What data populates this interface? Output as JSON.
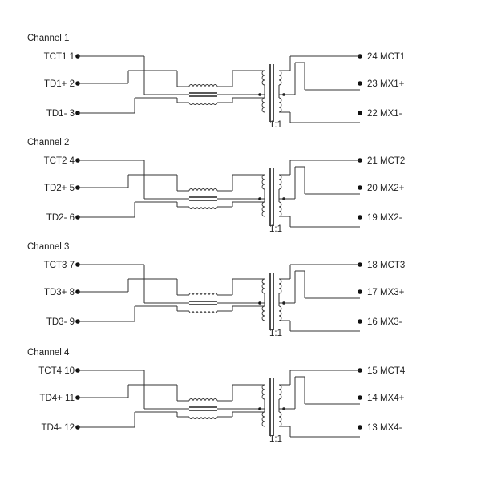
{
  "channels": [
    {
      "title": "Channel 1",
      "ratio": "1:1",
      "left_pins": [
        {
          "name": "TCT1",
          "num": "1"
        },
        {
          "name": "TD1+",
          "num": "2"
        },
        {
          "name": "TD1-",
          "num": "3"
        }
      ],
      "right_pins": [
        {
          "num": "24",
          "name": "MCT1"
        },
        {
          "num": "23",
          "name": "MX1+"
        },
        {
          "num": "22",
          "name": "MX1-"
        }
      ]
    },
    {
      "title": "Channel 2",
      "ratio": "1:1",
      "left_pins": [
        {
          "name": "TCT2",
          "num": "4"
        },
        {
          "name": "TD2+",
          "num": "5"
        },
        {
          "name": "TD2-",
          "num": "6"
        }
      ],
      "right_pins": [
        {
          "num": "21",
          "name": "MCT2"
        },
        {
          "num": "20",
          "name": "MX2+"
        },
        {
          "num": "19",
          "name": "MX2-"
        }
      ]
    },
    {
      "title": "Channel 3",
      "ratio": "1:1",
      "left_pins": [
        {
          "name": "TCT3",
          "num": "7"
        },
        {
          "name": "TD3+",
          "num": "8"
        },
        {
          "name": "TD3-",
          "num": "9"
        }
      ],
      "right_pins": [
        {
          "num": "18",
          "name": "MCT3"
        },
        {
          "num": "17",
          "name": "MX3+"
        },
        {
          "num": "16",
          "name": "MX3-"
        }
      ]
    },
    {
      "title": "Channel 4",
      "ratio": "1:1",
      "left_pins": [
        {
          "name": "TCT4",
          "num": "10"
        },
        {
          "name": "TD4+",
          "num": "11"
        },
        {
          "name": "TD4-",
          "num": "12"
        }
      ],
      "right_pins": [
        {
          "num": "15",
          "name": "MCT4"
        },
        {
          "num": "14",
          "name": "MX4+"
        },
        {
          "num": "13",
          "name": "MX4-"
        }
      ]
    }
  ]
}
